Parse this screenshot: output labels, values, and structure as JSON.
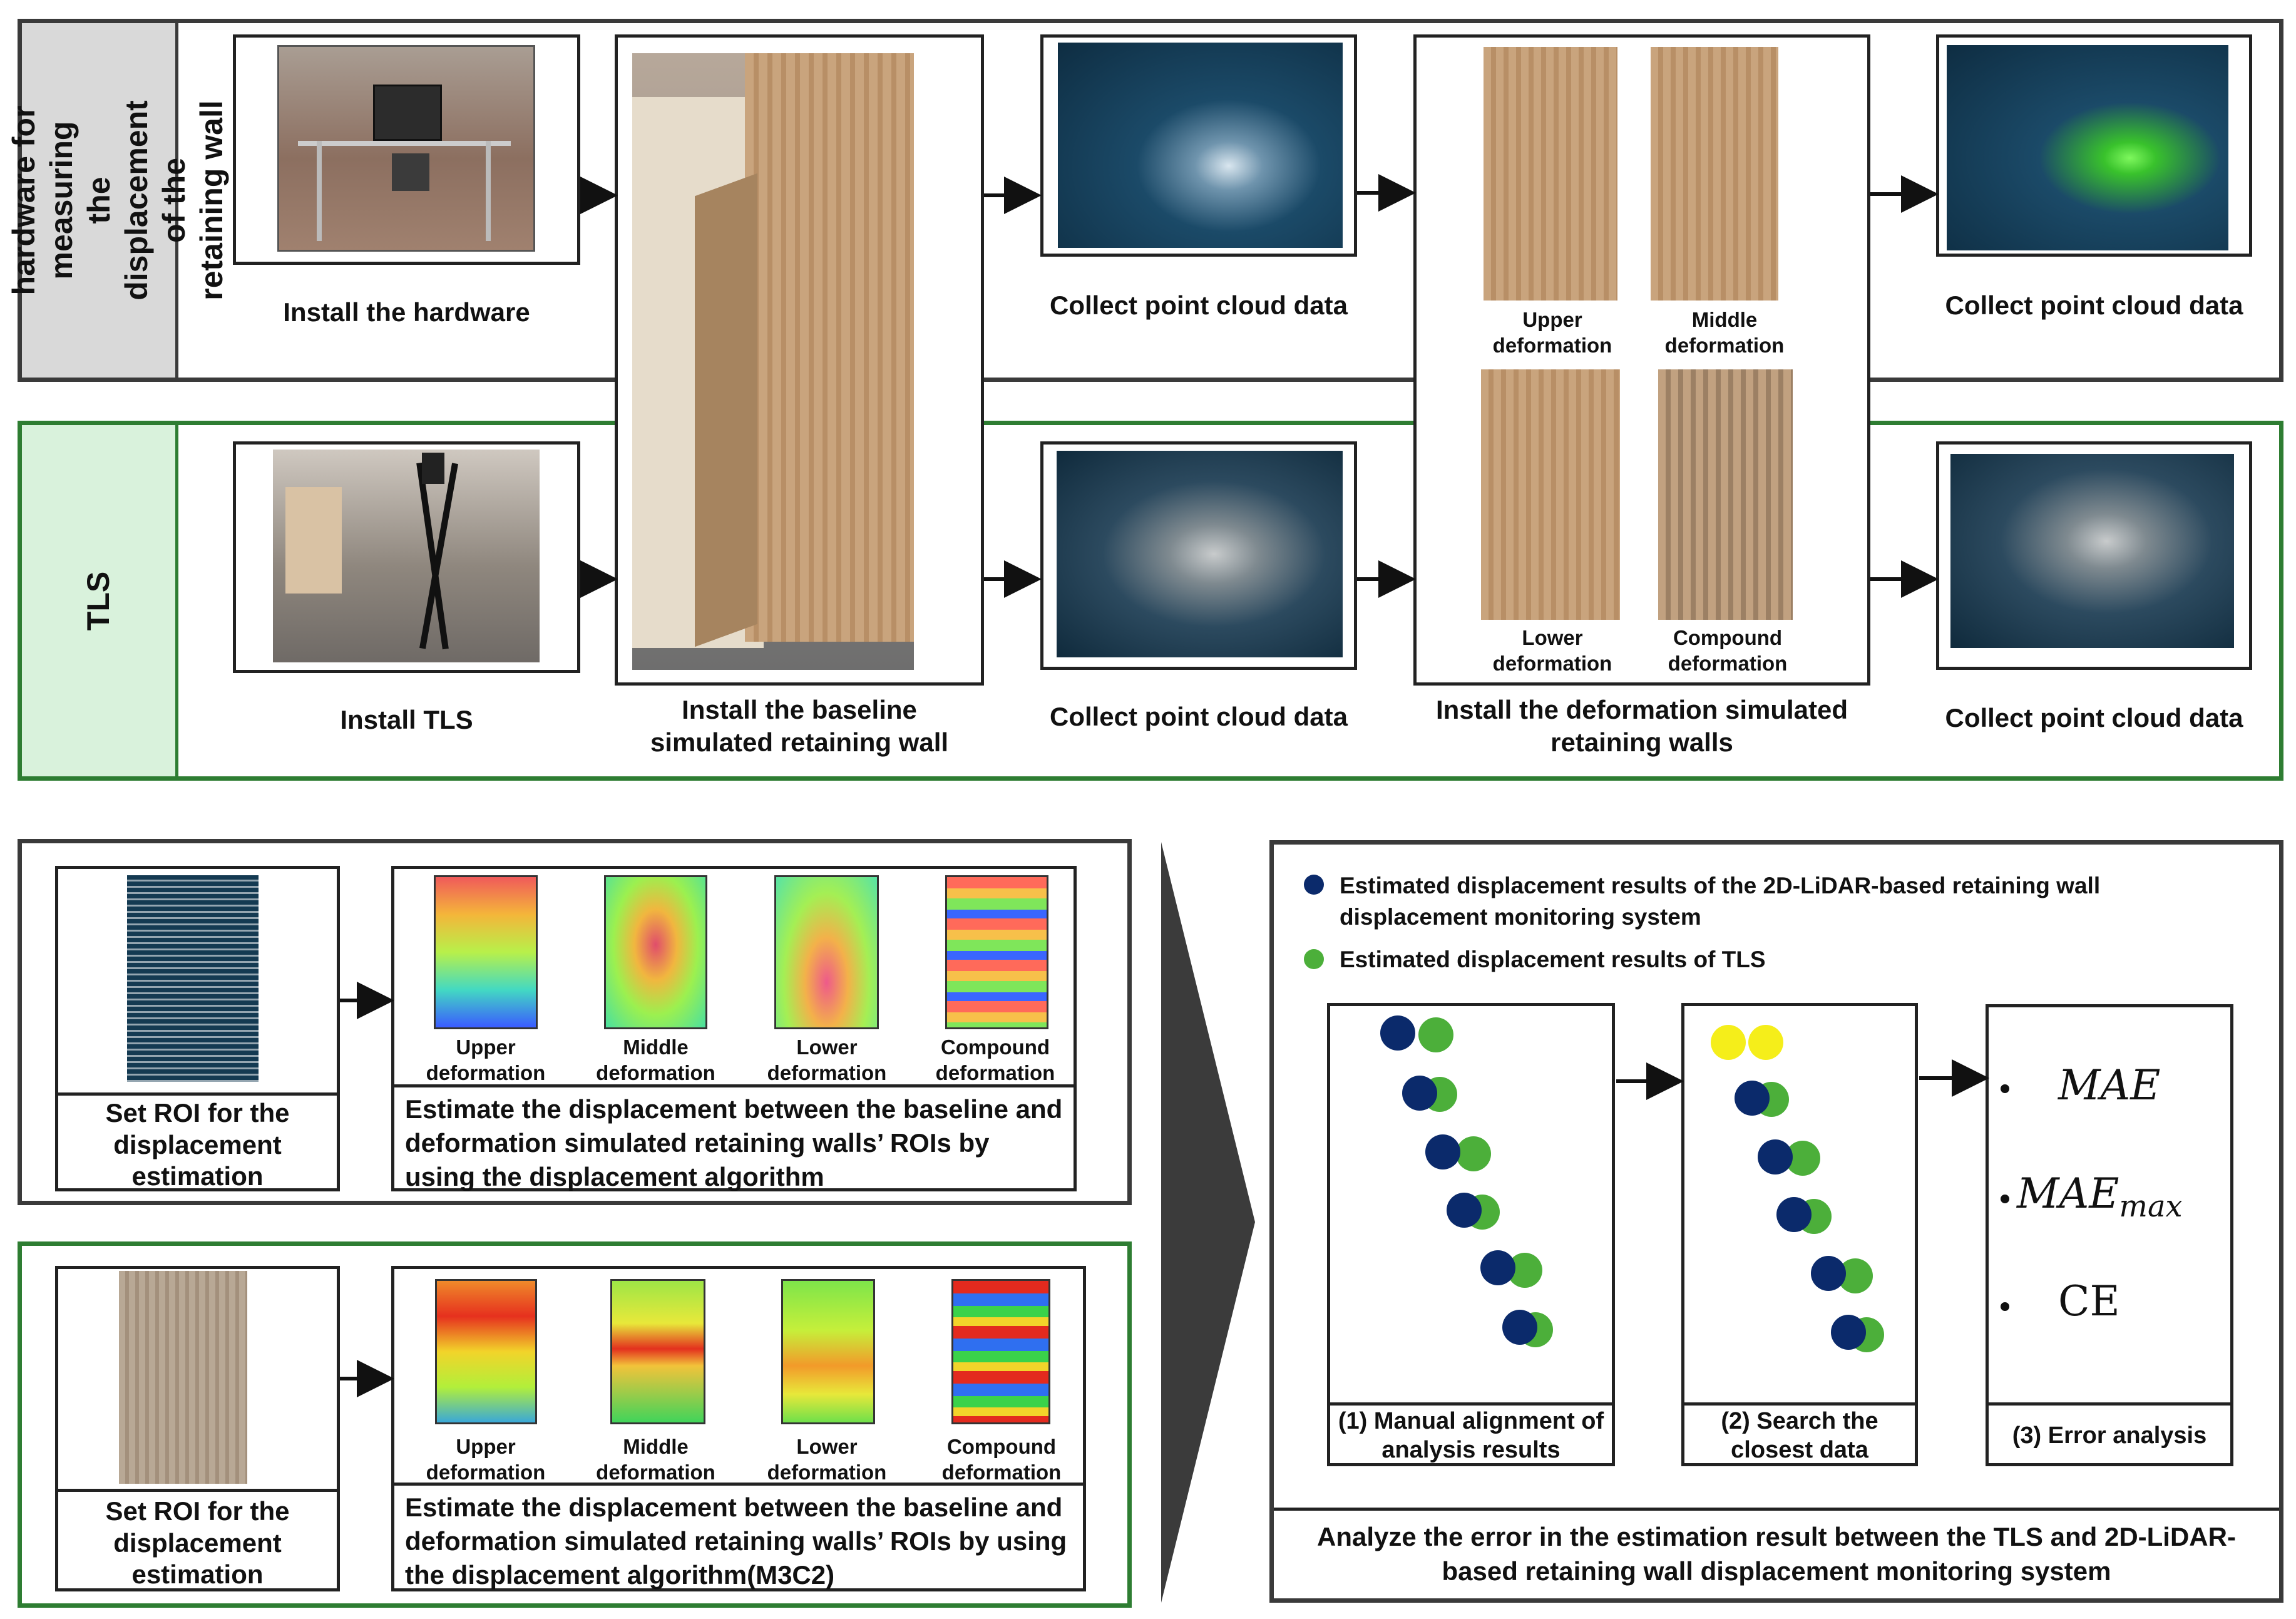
{
  "row_labels": {
    "hardware": "The hardware for measuring the displacement of the retaining wall",
    "tls": "TLS"
  },
  "steps": {
    "install_hardware": "Install the hardware",
    "install_tls": "Install TLS",
    "install_baseline": "Install the baseline simulated retaining wall",
    "collect_1": "Collect point cloud data",
    "collect_2": "Collect point cloud data",
    "collect_3": "Collect point cloud data",
    "collect_4": "Collect point cloud data",
    "install_deformation": "Install the deformation simulated retaining walls"
  },
  "deformations": {
    "upper": "Upper deformation",
    "middle": "Middle deformation",
    "lower": "Lower deformation",
    "compound": "Compound deformation"
  },
  "roi": {
    "set_roi_1": "Set ROI for the displacement estimation",
    "set_roi_2": "Set ROI for the displacement estimation",
    "estimate_1": "Estimate the displacement between the baseline and deformation simulated retaining walls’ ROIs by using the displacement algorithm",
    "estimate_2": "Estimate the displacement between the baseline and deformation simulated retaining walls’ ROIs by using the displacement algorithm(M3C2)"
  },
  "analysis": {
    "legend_lidar": "Estimated displacement results of the 2D-LiDAR-based retaining wall displacement monitoring system",
    "legend_tls": "Estimated displacement results of TLS",
    "step1": "(1) Manual alignment of analysis results",
    "step2": "(2) Search the closest data",
    "step3": "(3) Error analysis",
    "metrics": [
      "MAE",
      "MAE",
      "CE"
    ],
    "metric_sub": "max",
    "conclusion": "Analyze the error in the estimation result between the TLS and 2D-LiDAR-based retaining wall displacement monitoring system"
  },
  "colors": {
    "lidar_dot": "#0b2a6b",
    "tls_dot": "#4caf3a",
    "closest_dot": "#f5ee1a",
    "tls_frame": "#2e7d32",
    "tls_label_bg": "#d9f2dc",
    "hw_label_bg": "#d9d9d9"
  }
}
